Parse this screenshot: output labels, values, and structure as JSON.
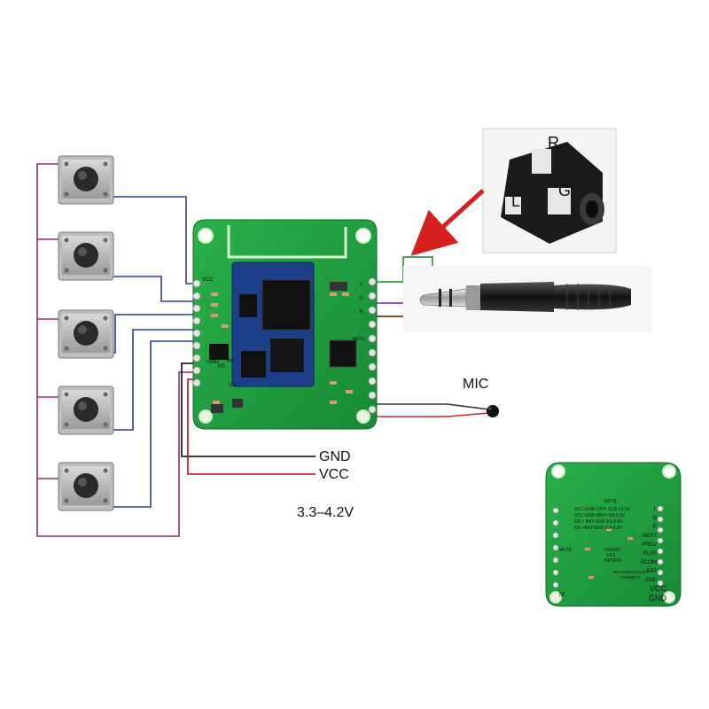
{
  "labels": {
    "mic": "MIC",
    "gnd": "GND",
    "vcc": "VCC",
    "voltage": "3.3–4.2V"
  },
  "jack_pins": {
    "r": "R",
    "g": "G",
    "l": "L"
  },
  "board_front_pins": {
    "vcc": "VCC",
    "gnd": "GND",
    "l": "L",
    "g": "G",
    "r": "R",
    "mute": "MUTE",
    "r5": "R5",
    "r6": "R6",
    "u3": "U3"
  },
  "board_back": {
    "note_title": "NOTE:",
    "note_lines": [
      "VCC-GND-12V= 10.8-13.2V",
      "VCC-GND-05V= 4.5-5.5V",
      "US + BAT-GND 3.6-5.5V",
      "RR +BAT-GND 3.3-4.2V"
    ],
    "model": "HY4202",
    "version": "V4.3",
    "code": "HKYATX",
    "bat_note": "BAT-GND-3.3-4.2V",
    "bat_note2": "CONNECT",
    "pins": [
      "L",
      "G",
      "R",
      "NEXT",
      "PREV",
      "PLAY",
      "RCOM",
      "BAT",
      "GND",
      "VCC",
      "GND"
    ],
    "left_labels": [
      "MUTE",
      "M"
    ]
  },
  "colors": {
    "button_wire": "#9b2a6e",
    "signal_wire": "#2d3c8f",
    "gnd_wire": "#222222",
    "vcc_wire": "#c62828",
    "audio_green": "#2e9e3e",
    "audio_purple": "#8e3fa0",
    "audio_brown": "#6b3b14",
    "pcb": "#1e9e3e",
    "arrow": "#d62020"
  }
}
